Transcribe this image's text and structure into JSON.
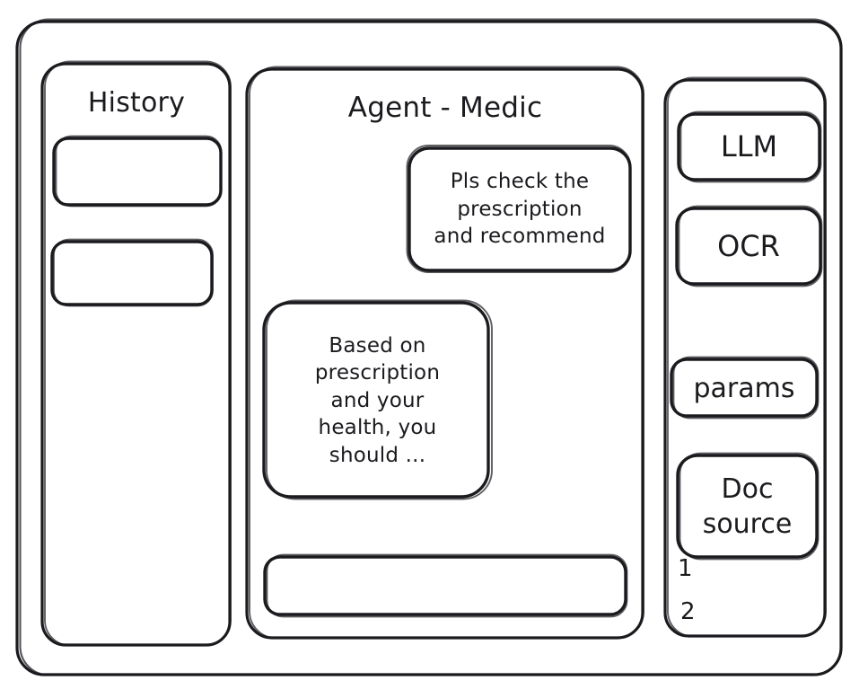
{
  "meta": {
    "style": "hand-drawn wireframe",
    "stroke_color": "#1b1b1f",
    "background_color": "#ffffff"
  },
  "window": {
    "name": "agent-chat-wireframe"
  },
  "sidebar": {
    "title": "History",
    "items": [
      {
        "label": ""
      },
      {
        "label": ""
      }
    ]
  },
  "main": {
    "title": "Agent - Medic",
    "messages": [
      {
        "role": "user",
        "text": "Pls check the\nprescription\nand recommend",
        "align": "right"
      },
      {
        "role": "assistant",
        "text": "Based on\nprescription\nand your\nhealth, you\nshould ...",
        "align": "left"
      }
    ],
    "composer": {
      "value": "",
      "placeholder": ""
    }
  },
  "tools": {
    "items": [
      {
        "label": "LLM"
      },
      {
        "label": "OCR"
      },
      {
        "label": "params"
      },
      {
        "label": "Doc\nsource"
      }
    ],
    "doc_sources": [
      {
        "label": "1"
      },
      {
        "label": "2"
      }
    ]
  }
}
